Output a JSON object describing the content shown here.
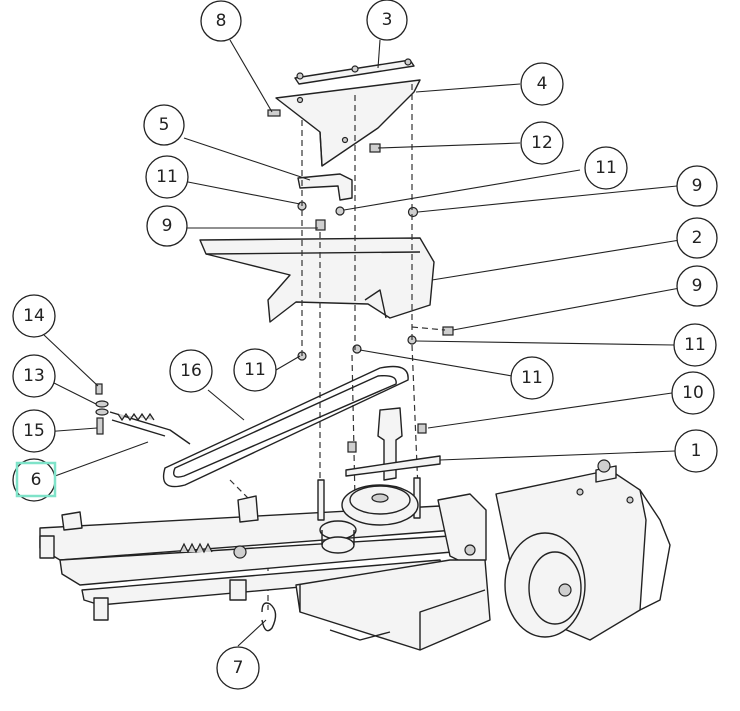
{
  "callouts": [
    {
      "id": "c8",
      "label": "8"
    },
    {
      "id": "c3",
      "label": "3"
    },
    {
      "id": "c4",
      "label": "4"
    },
    {
      "id": "c5",
      "label": "5"
    },
    {
      "id": "c12",
      "label": "12"
    },
    {
      "id": "c11a",
      "label": "11"
    },
    {
      "id": "c11b",
      "label": "11"
    },
    {
      "id": "c9a",
      "label": "9"
    },
    {
      "id": "c9b",
      "label": "9"
    },
    {
      "id": "c2",
      "label": "2"
    },
    {
      "id": "c14",
      "label": "14"
    },
    {
      "id": "c9c",
      "label": "9"
    },
    {
      "id": "c16",
      "label": "16"
    },
    {
      "id": "c11c",
      "label": "11"
    },
    {
      "id": "c11d",
      "label": "11"
    },
    {
      "id": "c13",
      "label": "13"
    },
    {
      "id": "c11e",
      "label": "11"
    },
    {
      "id": "c10",
      "label": "10"
    },
    {
      "id": "c15",
      "label": "15"
    },
    {
      "id": "c1",
      "label": "1"
    },
    {
      "id": "c6",
      "label": "6",
      "highlighted": true
    },
    {
      "id": "c7",
      "label": "7"
    }
  ],
  "colors": {
    "line": "#222222",
    "highlight": "#7fe3c9",
    "background": "#ffffff"
  }
}
